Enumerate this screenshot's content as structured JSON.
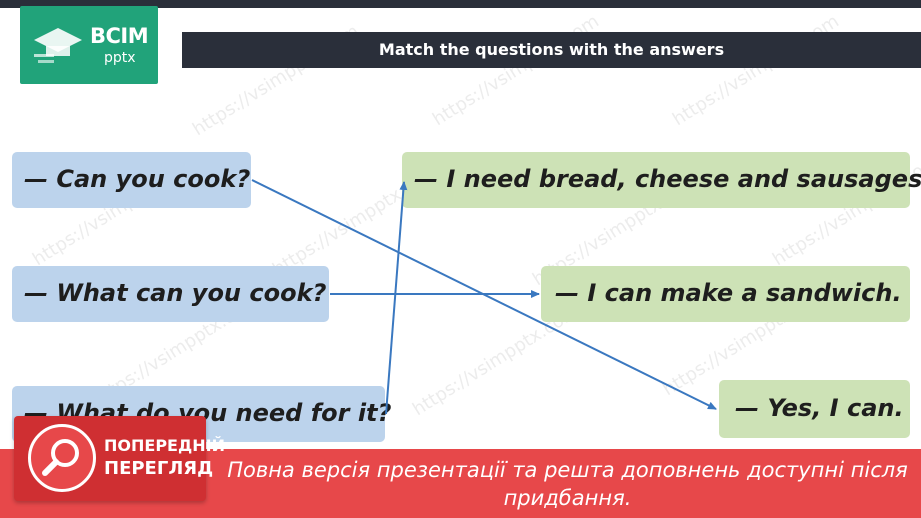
{
  "logo": {
    "brand": "ВСІМ",
    "sub": "pptx"
  },
  "slide": {
    "title": "Match the questions with the answers"
  },
  "questions": [
    "— Can you cook?",
    "— What can you cook?",
    "— What do you need for it?"
  ],
  "answers": [
    "— I need bread, cheese and sausages.",
    "— I can make a sandwich.",
    "— Yes, I can."
  ],
  "watermark": "https://vsimpptx.com",
  "preview": {
    "line1": "ПОПЕРЕДНІЙ",
    "line2": "ПЕРЕГЛЯД",
    "message": "Повна версія презентації та решта доповнень доступні після придбання."
  },
  "colors": {
    "question_box": "#bcd3ec",
    "answer_box": "#cde2b6",
    "arrow": "#3a78c0",
    "banner": "#e7484a",
    "title_bar": "#2a2f3a",
    "logo": "#21a37a"
  }
}
